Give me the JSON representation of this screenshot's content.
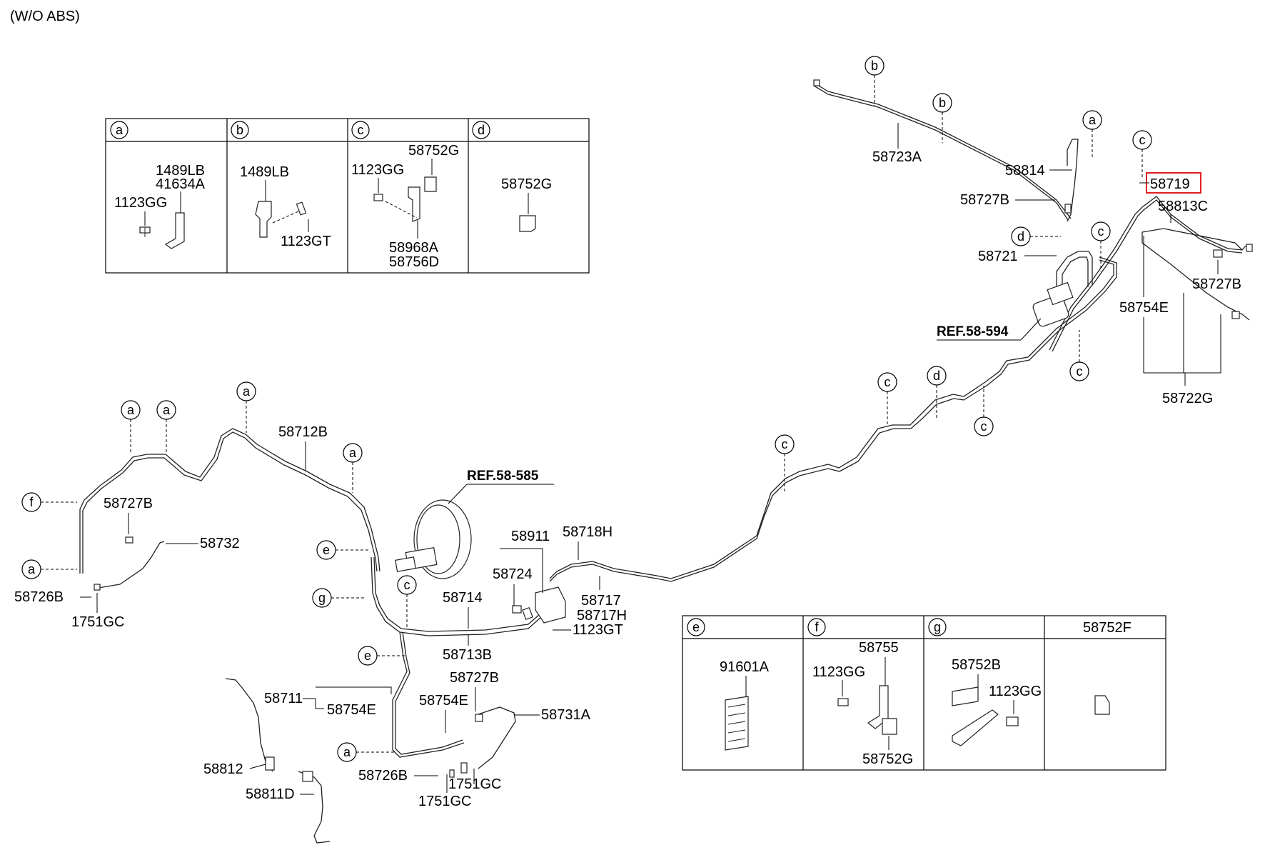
{
  "header_note": "(W/O ABS)",
  "ref_labels": [
    "REF.58-585",
    "REF.58-594"
  ],
  "highlight_part": "58719",
  "table_top": {
    "headers": [
      "a",
      "b",
      "c",
      "d"
    ],
    "cells": {
      "a": [
        "1489LB",
        "41634A",
        "1123GG"
      ],
      "b": [
        "1489LB",
        "1123GT"
      ],
      "c": [
        "58752G",
        "1123GG",
        "58968A",
        "58756D"
      ],
      "d": [
        "58752G"
      ]
    }
  },
  "table_bottom": {
    "headers": [
      "e",
      "f",
      "g",
      "58752F"
    ],
    "cells": {
      "e": [
        "91601A"
      ],
      "f": [
        "58755",
        "1123GG",
        "58752G"
      ],
      "g": [
        "58752B",
        "1123GG"
      ]
    }
  },
  "callouts": {
    "58723A": "58723A",
    "58814": "58814",
    "58727B_a": "58727B",
    "58719": "58719",
    "58813C": "58813C",
    "58727B_b": "58727B",
    "58721": "58721",
    "58754E_a": "58754E",
    "58722G": "58722G",
    "58712B": "58712B",
    "58727B_c": "58727B",
    "58732": "58732",
    "58726B_a": "58726B",
    "1751GC_a": "1751GC",
    "58911": "58911",
    "58718H": "58718H",
    "58724": "58724",
    "58717": "58717",
    "58717H": "58717H",
    "58714": "58714",
    "1123GT": "1123GT",
    "58713B": "58713B",
    "58711": "58711",
    "58754E_b": "58754E",
    "58727B_d": "58727B",
    "58754E_c": "58754E",
    "58731A": "58731A",
    "58812": "58812",
    "58811D": "58811D",
    "58726B_b": "58726B",
    "1751GC_b": "1751GC",
    "1751GC_c": "1751GC"
  },
  "circle_letters": {
    "b1": "b",
    "b2": "b",
    "a1": "a",
    "c1": "c",
    "d1": "d",
    "c2": "c",
    "c3": "c",
    "c4": "c",
    "d2": "d",
    "c5": "c",
    "c6": "c",
    "a2": "a",
    "a3": "a",
    "a4": "a",
    "a5": "a",
    "f1": "f",
    "a6": "a",
    "e1": "e",
    "g1": "g",
    "c7": "c",
    "e2": "e",
    "a7": "a"
  }
}
